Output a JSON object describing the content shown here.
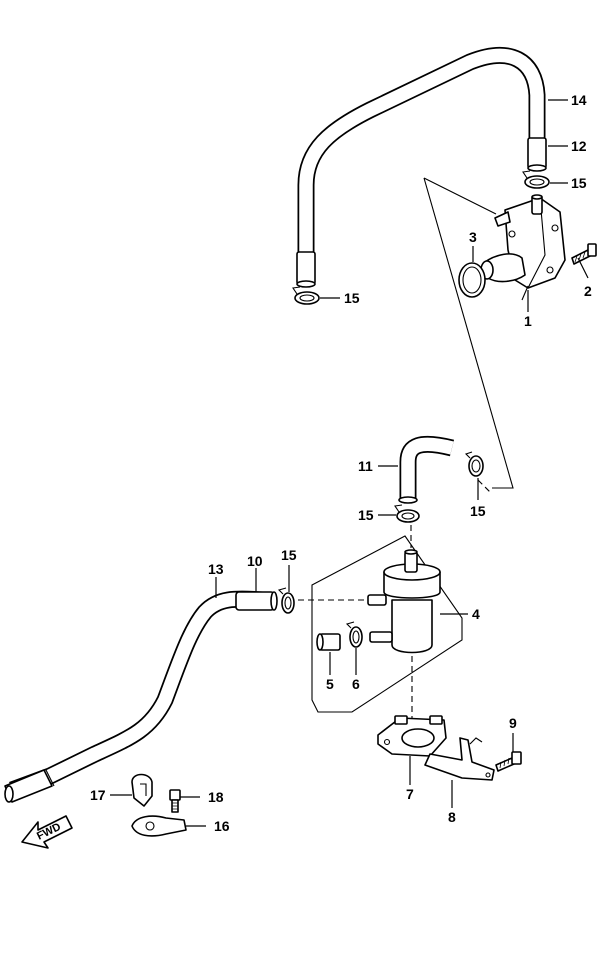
{
  "fwd_label": "FWD",
  "callouts": [
    {
      "id": "14",
      "text": "14"
    },
    {
      "id": "12",
      "text": "12"
    },
    {
      "id": "15a",
      "text": "15"
    },
    {
      "id": "3",
      "text": "3"
    },
    {
      "id": "2",
      "text": "2"
    },
    {
      "id": "1",
      "text": "1"
    },
    {
      "id": "15b",
      "text": "15"
    },
    {
      "id": "11",
      "text": "11"
    },
    {
      "id": "15c",
      "text": "15"
    },
    {
      "id": "15d",
      "text": "15"
    },
    {
      "id": "15e",
      "text": "15"
    },
    {
      "id": "10",
      "text": "10"
    },
    {
      "id": "13",
      "text": "13"
    },
    {
      "id": "4",
      "text": "4"
    },
    {
      "id": "5",
      "text": "5"
    },
    {
      "id": "6",
      "text": "6"
    },
    {
      "id": "9",
      "text": "9"
    },
    {
      "id": "7",
      "text": "7"
    },
    {
      "id": "8",
      "text": "8"
    },
    {
      "id": "17",
      "text": "17"
    },
    {
      "id": "18",
      "text": "18"
    },
    {
      "id": "16",
      "text": "16"
    }
  ]
}
